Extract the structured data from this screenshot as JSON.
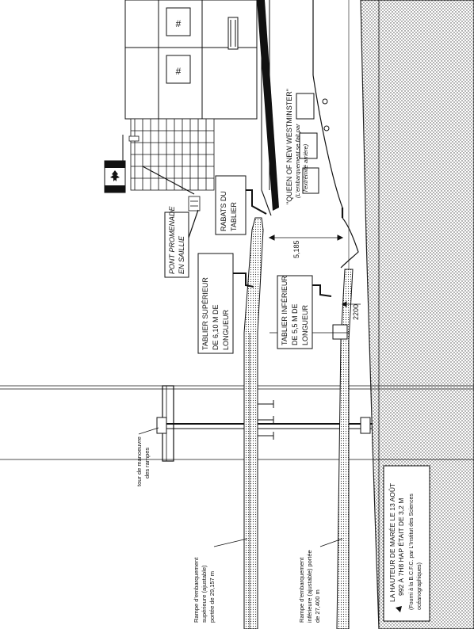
{
  "ship": {
    "name": "\"QUEEN OF NEW WESTMINSTER\"",
    "note_line1": "(L'embarquement se fait par",
    "note_line2": "l'extrémité arrière)"
  },
  "labels": {
    "promenade_line1": "PONT PROMENADE",
    "promenade_line2": "EN SAILLIE",
    "flaps_line1": "RABATS DU",
    "flaps_line2": "TABLIER",
    "upper_apron_line1": "TABLIER SUPÉRIEUR",
    "upper_apron_line2": "DE 6,10 M DE",
    "upper_apron_line3": "LONGUEUR",
    "lower_apron_line1": "TABLIER INFÉRIEUR",
    "lower_apron_line2": "DE 5,5 M DE",
    "lower_apron_line3": "LONGUEUR",
    "tower_line1": "tour de manoeuvre",
    "tower_line2": "des rampes",
    "upper_ramp_line1": "Rampe d'embarquement",
    "upper_ramp_line2": "supérieure (ajustable)",
    "upper_ramp_line3": "portée de 29,157 m",
    "lower_ramp_line1": "Rampe d'embarquement",
    "lower_ramp_line2": "inférieure (ajustable) portée",
    "lower_ramp_line3": "de 27,400 m",
    "tide_line1": "LA HAUTEUR DE MARÉE LE 13 AOÛT",
    "tide_line2": "992 À 7H8 HAP ÉTAIT DE 3,2 M",
    "tide_line3": "(Fourni à la B.C.F.C. par L'Institut des Sciences",
    "tide_line4": "océanographiques)"
  },
  "dimensions": {
    "gap": "5,185",
    "lower": "2200"
  }
}
